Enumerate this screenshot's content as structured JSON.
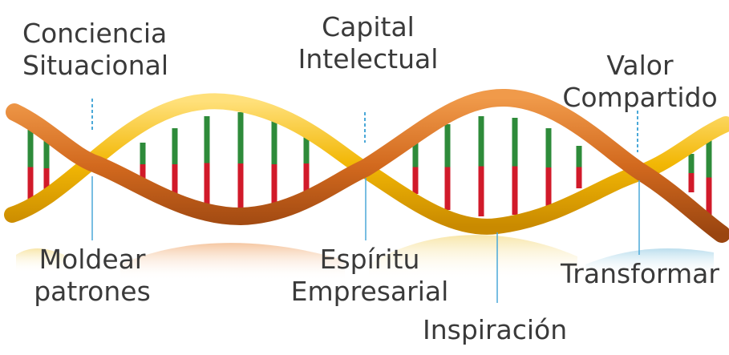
{
  "labels": {
    "conciencia": [
      "Conciencia",
      "Situacional"
    ],
    "capital": [
      "Capital",
      "Intelectual"
    ],
    "valor": [
      "Valor",
      "Compartido"
    ],
    "moldear": [
      "Moldear",
      "patrones"
    ],
    "espiritu": [
      "Espíritu",
      "Empresarial"
    ],
    "inspiracion": "Inspiración",
    "transformar": "Transformar"
  },
  "colors": {
    "strand_orange": "#d2691e",
    "strand_yellow": "#f2b705",
    "rung_green": "#2e8b3a",
    "rung_red": "#d11a2a",
    "marker_line": "#4aa8d8",
    "text": "#3a3a3a"
  },
  "icons": [
    "dna-helix"
  ]
}
